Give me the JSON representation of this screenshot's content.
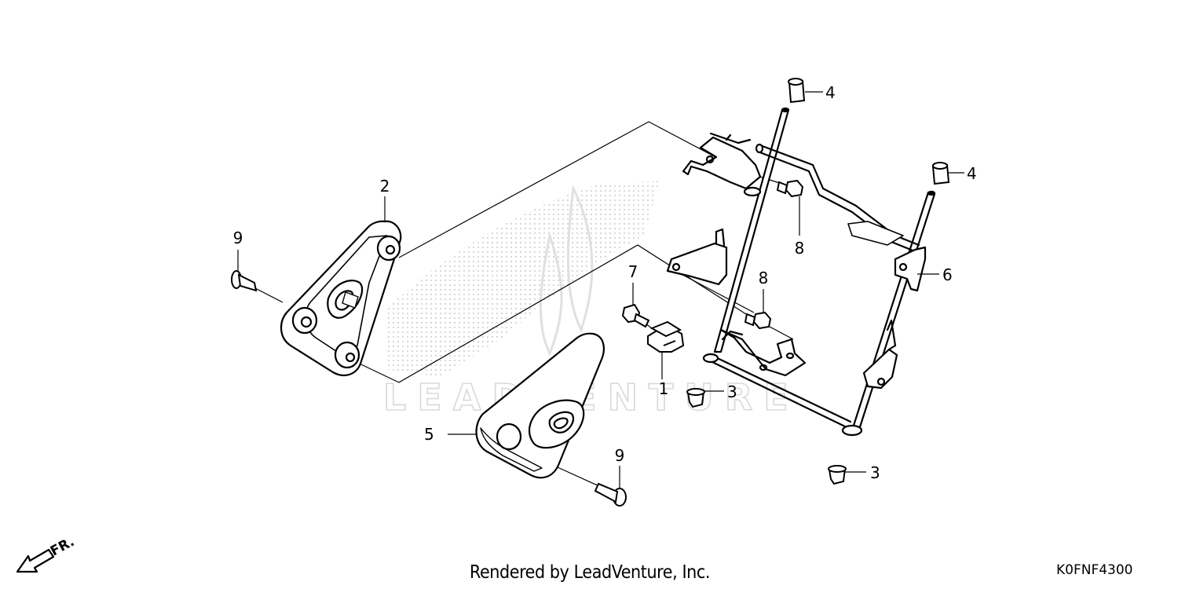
{
  "watermark_text": "LEADVENTURE",
  "callouts": [
    {
      "key": "p1",
      "label": "1"
    },
    {
      "key": "p2",
      "label": "2"
    },
    {
      "key": "p3a",
      "label": "3"
    },
    {
      "key": "p3b",
      "label": "3"
    },
    {
      "key": "p4a",
      "label": "4"
    },
    {
      "key": "p4b",
      "label": "4"
    },
    {
      "key": "p5",
      "label": "5"
    },
    {
      "key": "p6",
      "label": "6"
    },
    {
      "key": "p7",
      "label": "7"
    },
    {
      "key": "p8a",
      "label": "8"
    },
    {
      "key": "p8b",
      "label": "8"
    },
    {
      "key": "p9a",
      "label": "9"
    },
    {
      "key": "p9b",
      "label": "9"
    }
  ],
  "direction_label": "FR.",
  "credit": "Rendered by LeadVenture, Inc.",
  "diagram_code": "K0FNF4300",
  "colors": {
    "line": "#000000",
    "watermark": "#d9d9d9"
  }
}
